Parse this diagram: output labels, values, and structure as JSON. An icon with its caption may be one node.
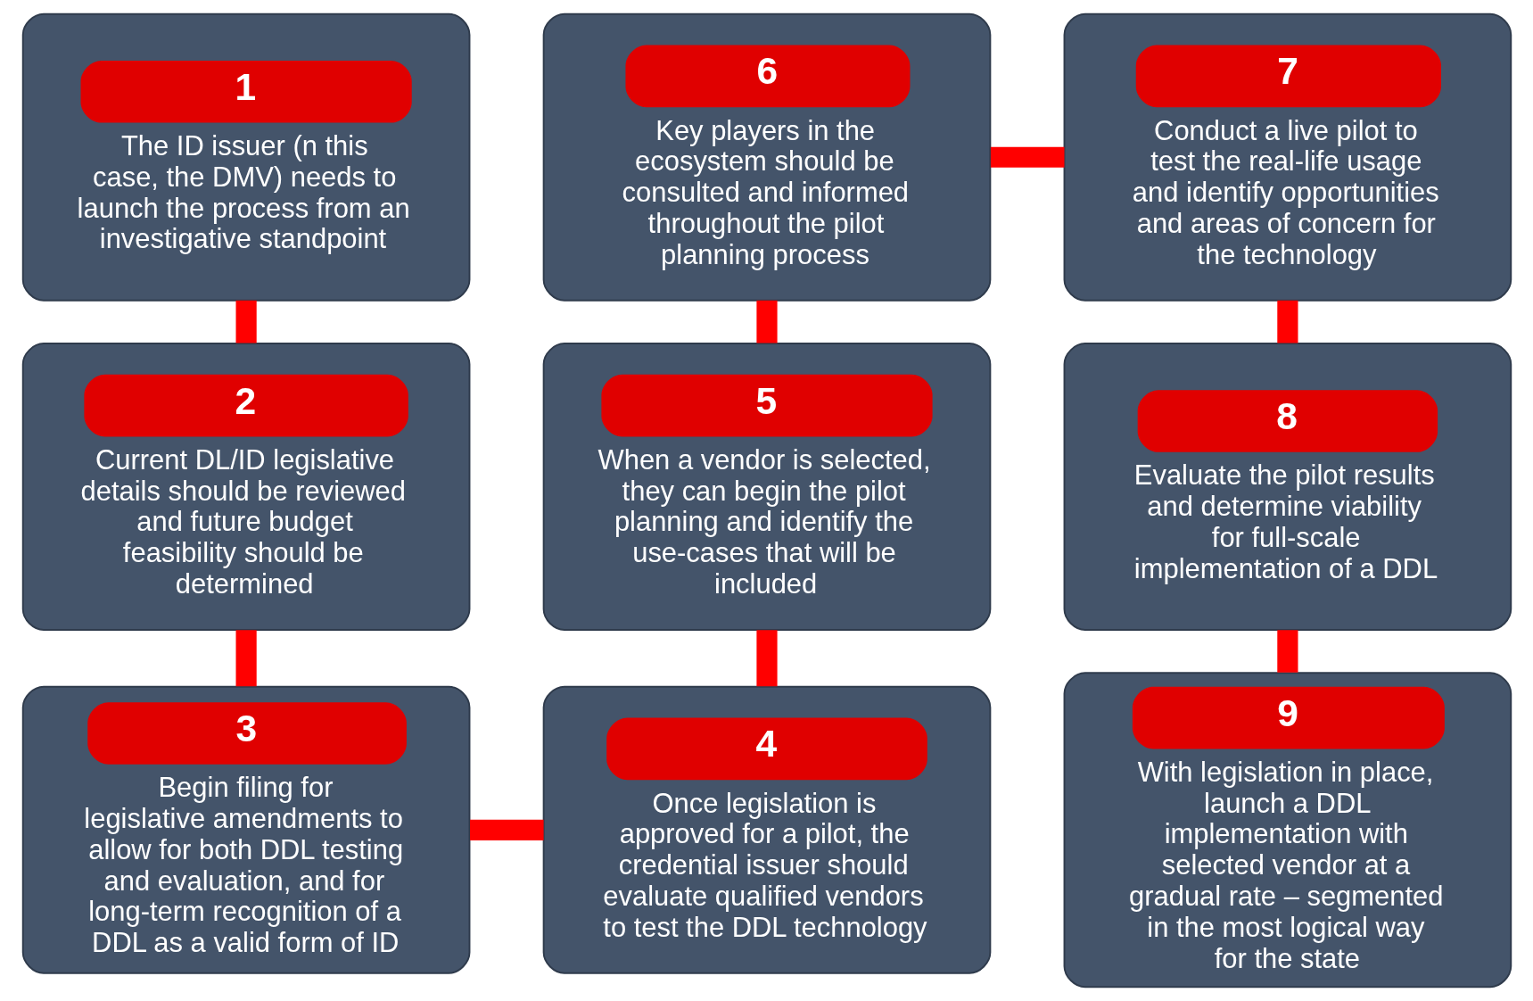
{
  "diagram": {
    "nodes": [
      {
        "text": [
          "1",
          "The ID issuer (n this case, the DMV) needs to launch the process from an investigative standpoint"
        ]
      },
      {
        "text": [
          "2",
          "Current DL/ID legislative details should be reviewed and future budget feasibility should be determined"
        ]
      },
      {
        "text": [
          "3",
          "Begin filing for legislative amendments to allow for both DDL testing and evaluation, and for long-term recognition of a DDL as a valid form of ID"
        ]
      },
      {
        "text": [
          "4",
          "Once legislation is approved for a pilot, the credential issuer should evaluate qualified vendors to test the DDL technology"
        ]
      },
      {
        "text": [
          "5",
          "When a vendor is selected, they can begin the pilot planning and identify the use-cases that will be included"
        ]
      },
      {
        "text": [
          "6",
          "Key players in the ecosystem should be consulted and informed throughout the pilot planning process"
        ]
      },
      {
        "text": [
          "7",
          "Conduct a live pilot to test the real-life usage and identify opportunities and areas of concern for the technology"
        ]
      },
      {
        "text": [
          "8",
          "Evaluate the pilot results and determine viability for full-scale implementation of a DDL"
        ]
      },
      {
        "text": [
          "9",
          "With legislation in place, launch a DDL implementation with selected vendor at a gradual rate – segmented in the most logical way for the state"
        ]
      }
    ],
    "edges": [
      {
        "from": 0,
        "to": 1,
        "arrow": "none"
      },
      {
        "from": 1,
        "to": 2,
        "arrow": "none"
      },
      {
        "from": 2,
        "to": 3,
        "arrow": "none"
      },
      {
        "from": 3,
        "to": 4,
        "arrow": "none"
      },
      {
        "from": 4,
        "to": 5,
        "arrow": "none"
      },
      {
        "from": 5,
        "to": 6,
        "arrow": "none"
      },
      {
        "from": 6,
        "to": 7,
        "arrow": "none"
      },
      {
        "from": 7,
        "to": 8,
        "arrow": "none"
      }
    ]
  }
}
